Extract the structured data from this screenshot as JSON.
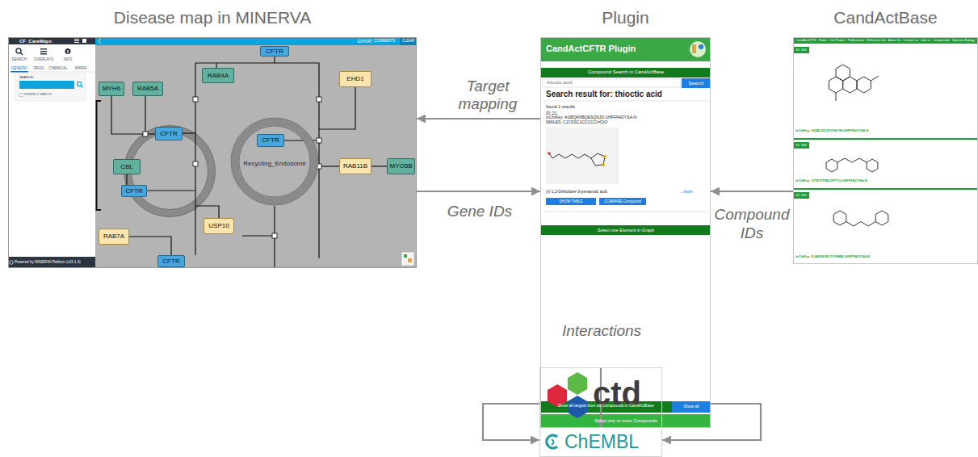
{
  "diagram": {
    "nodes": [
      {
        "text": [
          "Disease map in MINERVA"
        ]
      },
      {
        "text": [
          "Plugin"
        ]
      },
      {
        "text": [
          "CandActBase"
        ]
      },
      {
        "text": [
          "ctd",
          "ChEMBL"
        ]
      },
      {
        "text": [
          "CFTR"
        ],
        "in": 0
      },
      {
        "text": [
          "MYH6"
        ],
        "in": 0
      },
      {
        "text": [
          "RAB5A"
        ],
        "in": 0
      },
      {
        "text": [
          "RAB4A"
        ],
        "in": 0
      },
      {
        "text": [
          "EHD1"
        ],
        "in": 0
      },
      {
        "text": [
          "CFTR"
        ],
        "in": 0
      },
      {
        "text": [
          "Recycling_Endosome"
        ],
        "in": 0
      },
      {
        "text": [
          "CFTR"
        ],
        "in": 10
      },
      {
        "text": [
          "CBL"
        ],
        "in": 0
      },
      {
        "text": [
          "RAB11B"
        ],
        "in": 0
      },
      {
        "text": [
          "MYO5B"
        ],
        "in": 0
      },
      {
        "text": [
          "CFTR"
        ],
        "in": 0
      },
      {
        "text": [
          "USP10"
        ],
        "in": 0
      },
      {
        "text": [
          "RAB7A"
        ],
        "in": 0
      },
      {
        "text": [
          "CFTR"
        ],
        "in": 0
      }
    ],
    "edges": [
      {
        "from": 1,
        "to": 0,
        "label": "Target mapping",
        "arrow": "to"
      },
      {
        "from": 0,
        "to": 1,
        "label": "Gene IDs",
        "arrow": "to"
      },
      {
        "from": 2,
        "to": 1,
        "label": "Compound IDs",
        "arrow": "to"
      },
      {
        "from": 3,
        "to": 1,
        "label": "Interactions",
        "arrow": "to"
      },
      {
        "from": 1,
        "to": 3,
        "arrow": "to"
      },
      {
        "from": 1,
        "to": 3,
        "arrow": "to"
      },
      {
        "from": 13,
        "to": 14,
        "arrow": "none"
      }
    ],
    "labels": [
      "CF_CareMaps",
      "SEARCH",
      "OVERLAYS",
      "INFO",
      "GENERIC",
      "DRUG",
      "CHEMICAL",
      "MIRNA",
      "SEARCH:",
      "PERFECT MATCH",
      "Powered by MINERVA Platform (v15.1.4)",
      "EXPORT",
      "COMMENTS",
      "CLEAR",
      "CandActCFTR Plugin",
      "Compound Search in CandActBase",
      "thioctic acid",
      "Search",
      "Search result for: thioctic acid",
      "found 1 results",
      "ID: 21",
      "InChIKey: AGBQKNBQESQNJD-UHFFFAOYSA-N",
      "SMILES: C1CSSC1CCCCC(=O)O",
      "(r)-1,2-Dithiolane-3-pentanoic acid",
      "...more",
      "SHOW TABLE",
      "COMPARE Compound",
      "Select one Element in Graph",
      "Show all targets from all Compounds in CandActBase",
      "Show all",
      "Select one or more Compounds",
      "CandActCFTR",
      "Home",
      "Our Project",
      "Publications",
      "Reference list",
      "About Us",
      "Contact us",
      "Join us",
      "Compounds",
      "Systems Biology",
      "ID: 166",
      "InChIKey: HQMLIDZJXVVKCW-UHFFFAOYSA-N",
      "ID: 168",
      "InChIKey: XTWYTFMLZFPYCI-UHFFFAOYSA-N",
      "ID: 180",
      "InChIKey: KJADKKWYZYXHBB-UHFFFAOYSA-N"
    ]
  }
}
